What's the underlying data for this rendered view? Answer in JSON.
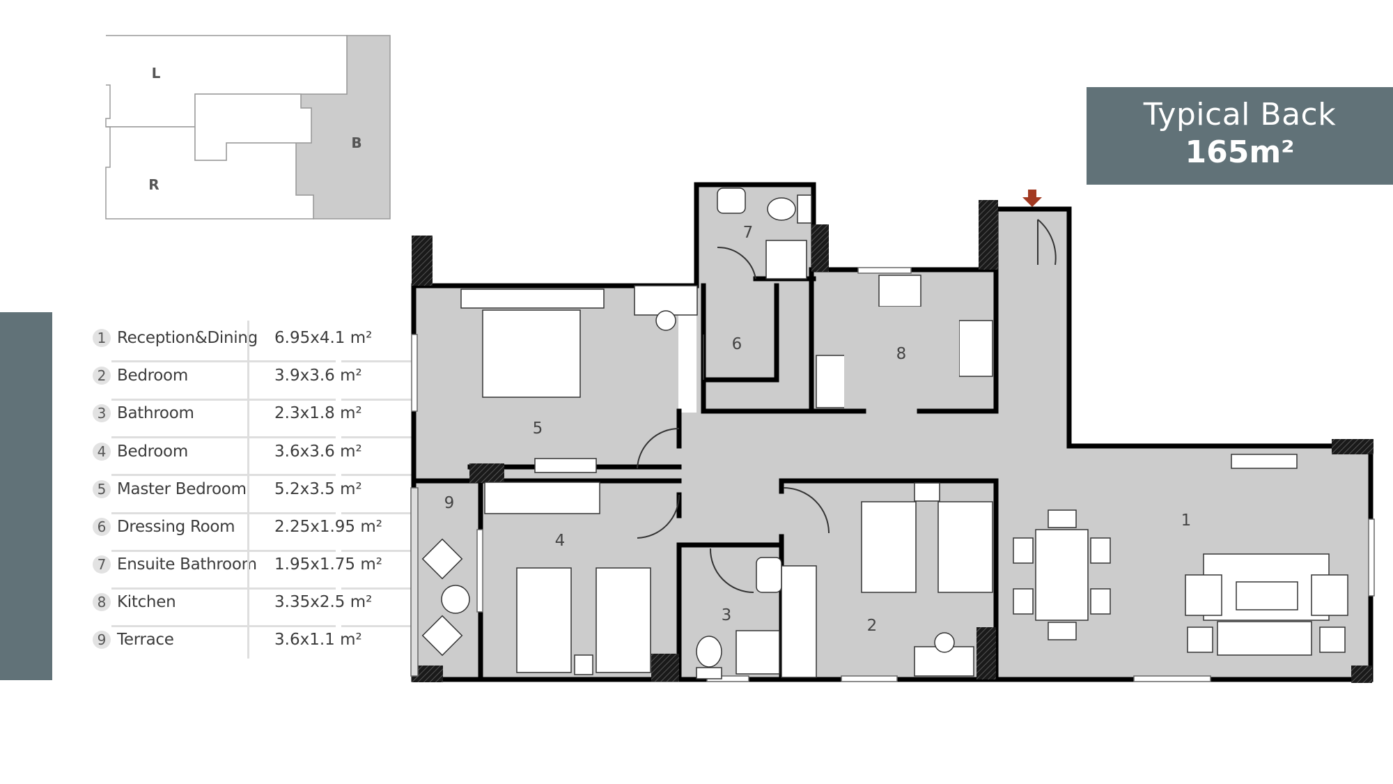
{
  "title": {
    "line1": "Typical Back",
    "line2": "165m²"
  },
  "key_plan": {
    "labels": [
      "L",
      "B",
      "R"
    ]
  },
  "rooms": [
    {
      "num": "1",
      "name": "Reception&Dining",
      "size": "6.95x4.1 m²"
    },
    {
      "num": "2",
      "name": "Bedroom",
      "size": "3.9x3.6 m²"
    },
    {
      "num": "3",
      "name": "Bathroom",
      "size": "2.3x1.8 m²"
    },
    {
      "num": "4",
      "name": "Bedroom",
      "size": "3.6x3.6 m²"
    },
    {
      "num": "5",
      "name": "Master Bedroom",
      "size": "5.2x3.5 m²"
    },
    {
      "num": "6",
      "name": "Dressing Room",
      "size": "2.25x1.95 m²"
    },
    {
      "num": "7",
      "name": "Ensuite Bathroom",
      "size": "1.95x1.75 m²"
    },
    {
      "num": "8",
      "name": "Kitchen",
      "size": "3.35x2.5 m²"
    },
    {
      "num": "9",
      "name": "Terrace",
      "size": "3.6x1.1 m²"
    }
  ],
  "colors": {
    "accent": "#617278",
    "floor": "#cccccc",
    "wall": "#000000",
    "entrance_arrow": "#a23a22"
  }
}
